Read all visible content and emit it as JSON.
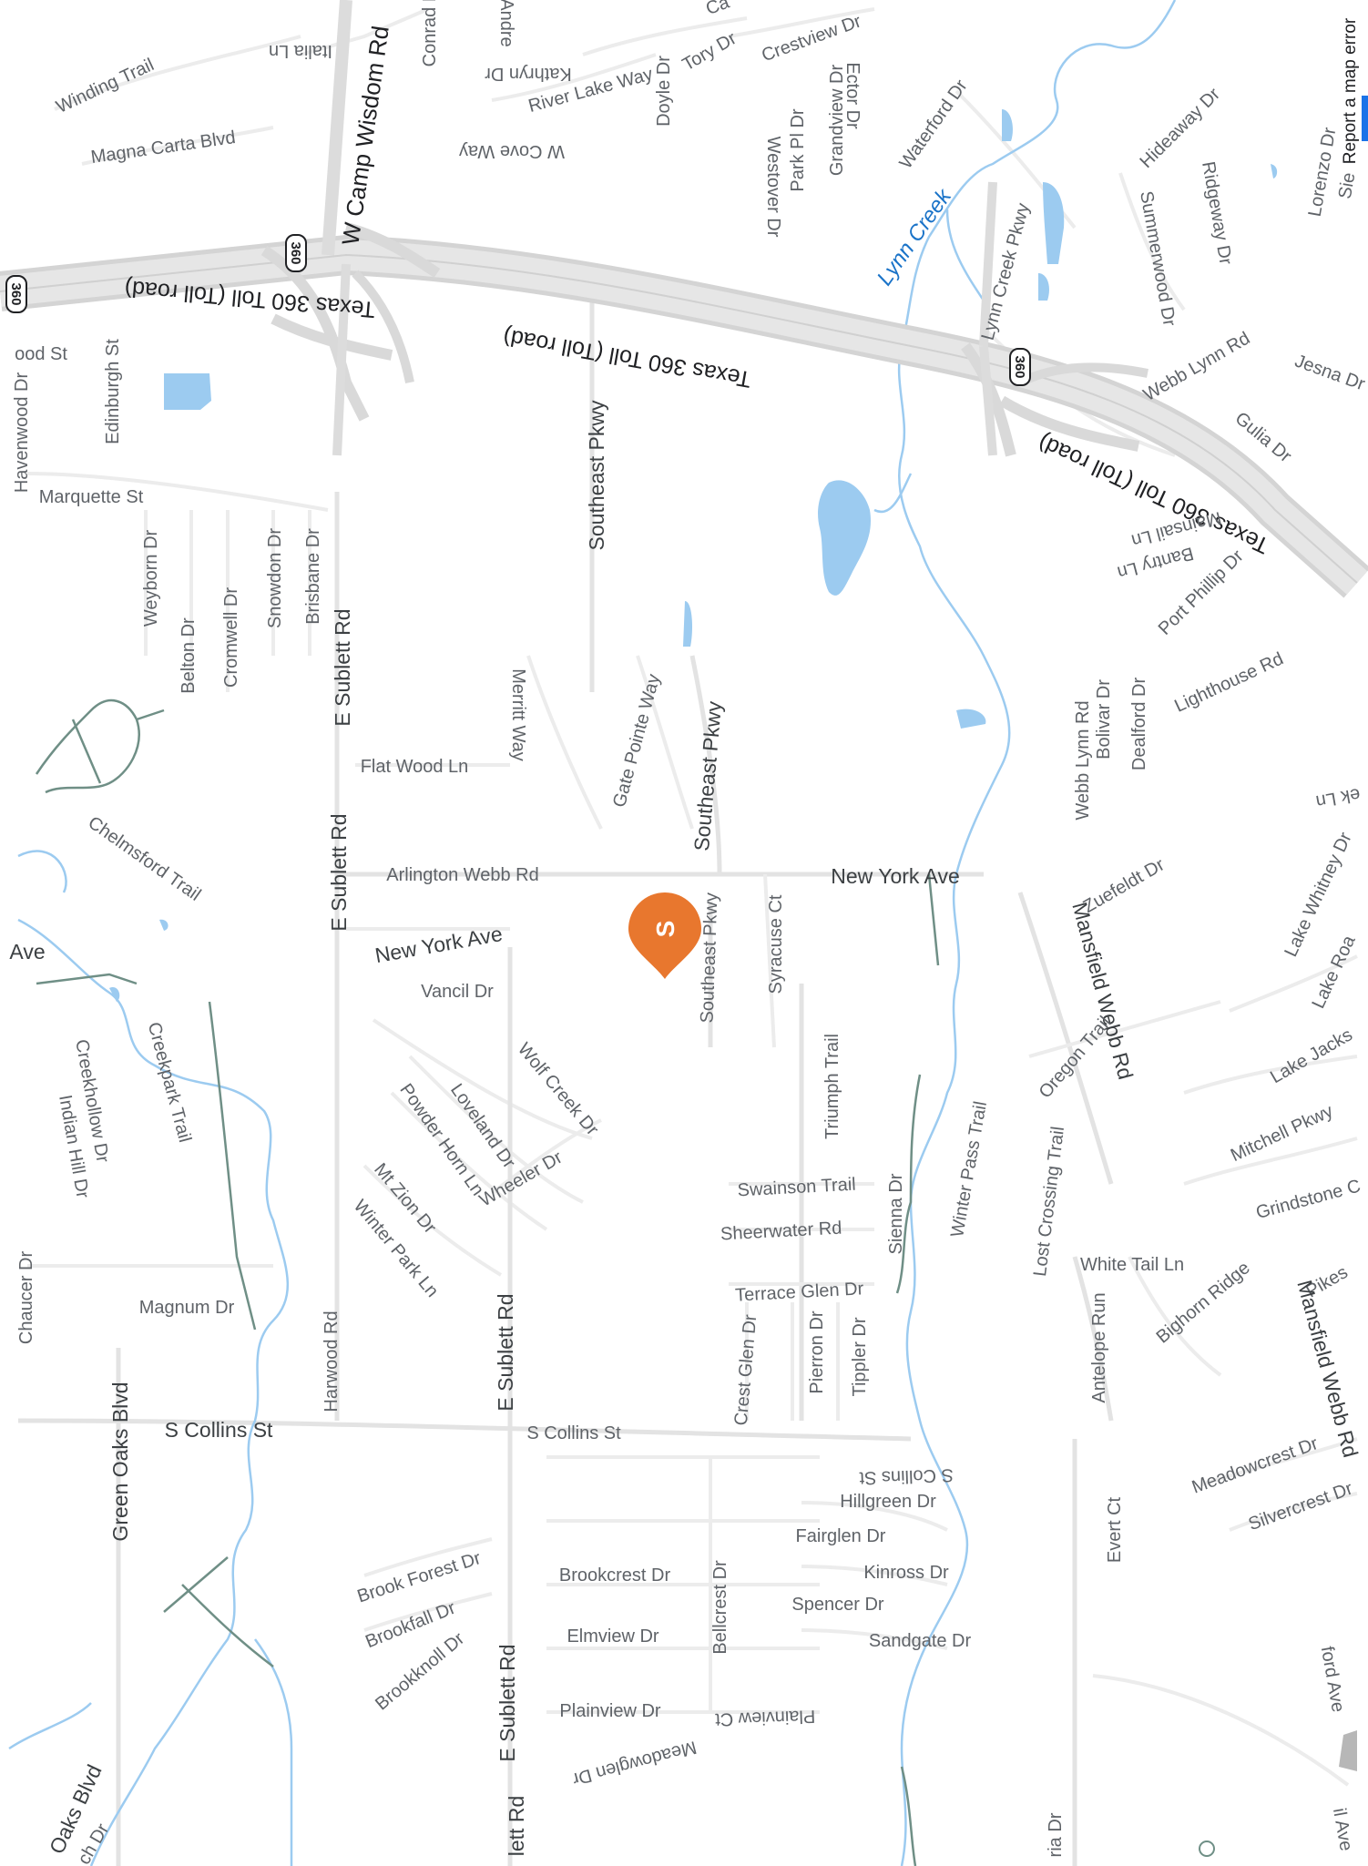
{
  "marker": {
    "letter": "S",
    "color": "#e8772e"
  },
  "report_link": "Report a map error",
  "highway_shield": "360",
  "highway_labels": [
    "Texas 360 Toll (Toll road)",
    "Texas 360 Toll (Toll road)",
    "Texas 360 Toll (Toll road)"
  ],
  "waterway": "Lynn Creek",
  "colors": {
    "water": "#9ccbf0",
    "highway": "#d7d7d7",
    "street": "#e3e3e3",
    "background": "#ffffff",
    "marker": "#e8772e"
  },
  "streets": {
    "winding_trail": "Winding Trail",
    "italia_ln": "Italia Ln",
    "conrad": "Conrad I",
    "andre": "Andre",
    "kathryn_dr": "Kathryn Dr",
    "w_camp_wisdom_rd": "W Camp Wisdom Rd",
    "magna_carta_blvd": "Magna Carta Blvd",
    "w_cove_way": "W Cove Way",
    "river_lake_way": "River Lake Way",
    "doyle_dr": "Doyle Dr",
    "tory_dr": "Tory Dr",
    "ca": "Ca",
    "crestview_dr": "Crestview Dr",
    "westover_dr": "Westover Dr",
    "park_pl_dr": "Park Pl Dr",
    "grandview_dr": "Grandview Dr",
    "ector_dr": "Ector Dr",
    "waterford_dr": "Waterford Dr",
    "hideaway_dr": "Hideaway Dr",
    "lorenzo_dr": "Lorenzo Dr",
    "sie": "Sie",
    "summerwood_dr": "Summerwood Dr",
    "ridgeway_dr": "Ridgeway Dr",
    "lynn_creek_pkwy": "Lynn Creek Pkwy",
    "webb_lynn_rd_top": "Webb Lynn Rd",
    "gulia_dr": "Gulia Dr",
    "jesna_dr": "Jesna Dr",
    "havenwood_dr": "Havenwood Dr",
    "ood_st": "ood St",
    "edinburgh_st": "Edinburgh St",
    "marquette_st": "Marquette St",
    "southeast_pkwy_top": "Southeast Pkwy",
    "mainsail_ln": "Mainsail Ln",
    "bantry_ln": "Bantry Ln",
    "port_phillip_dr": "Port Phillip Dr",
    "lighthouse_rd": "Lighthouse Rd",
    "dealford_dr": "Dealford Dr",
    "bolivar_dr": "Bolivar Dr",
    "webb_lynn_rd_mid": "Webb Lynn Rd",
    "weyborn_dr": "Weyborn Dr",
    "belton_dr": "Belton Dr",
    "cromwell_dr": "Cromwell Dr",
    "snowdon_dr": "Snowdon Dr",
    "brisbane_dr": "Brisbane Dr",
    "e_sublett_rd_1": "E Sublett Rd",
    "merritt_way": "Merritt Way",
    "gate_pointe_way": "Gate Pointe Way",
    "southeast_pkwy_mid": "Southeast Pkwy",
    "flat_wood_ln": "Flat Wood Ln",
    "chelmsford_trail": "Chelmsford Trail",
    "e_sublett_rd_2": "E Sublett Rd",
    "arlington_webb_rd": "Arlington Webb Rd",
    "new_york_ave_right": "New York Ave",
    "ek_ln": "ek Ln",
    "lake_whitney_dr": "Lake Whitney Dr",
    "zuefeldt_dr": "Zuefeldt Dr",
    "mansfield_webb_rd_1": "Mansfield Webb Rd",
    "ave_left": "Ave",
    "new_york_ave_left": "New York Ave",
    "southeast_pkwy_low": "Southeast Pkwy",
    "syracuse_ct": "Syracuse Ct",
    "vancil_dr": "Vancil Dr",
    "lake_roa": "Lake Roa",
    "oregon_trail": "Oregon Trail",
    "lake_jackson": "Lake Jacks",
    "creekhollow_dr": "Creekhollow Dr",
    "indian_hill_dr": "Indian Hill Dr",
    "creekpark_trail": "Creekpark Trail",
    "wolf_creek_dr": "Wolf Creek Dr",
    "loveland_dr": "Loveland Dr",
    "powder_horn_ln": "Powder Horn Ln",
    "triumph_trail": "Triumph Trail",
    "mitchell_pkwy": "Mitchell Pkwy",
    "mt_zion_dr": "Mt Zion Dr",
    "wheeler_dr": "Wheeler Dr",
    "winter_park_ln": "Winter Park Ln",
    "winter_pass_trail": "Winter Pass Trail",
    "lost_crossing_trail": "Lost Crossing Trail",
    "swainson_trail": "Swainson Trail",
    "sheerwater_rd": "Sheerwater Rd",
    "sienna_dr": "Sienna Dr",
    "grindstone": "Grindstone C",
    "white_tail_ln": "White Tail Ln",
    "bighorn_ridge": "Bighorn Ridge",
    "pikes": "Pikes",
    "mansfield_webb_rd_2": "Mansfield Webb Rd",
    "chaucer_dr": "Chaucer Dr",
    "magnum_dr": "Magnum Dr",
    "harwood_rd": "Harwood Rd",
    "e_sublett_rd_3": "E Sublett Rd",
    "terrace_glen_dr": "Terrace Glen Dr",
    "crest_glen_dr": "Crest Glen Dr",
    "pierron_dr": "Pierron Dr",
    "tippler_dr": "Tippler Dr",
    "antelope_run": "Antelope Run",
    "green_oaks_blvd": "Green Oaks Blvd",
    "s_collins_st_left": "S Collins St",
    "s_collins_st_mid": "S Collins St",
    "s_collins_st_right": "S Collins St",
    "hillgreen_dr": "Hillgreen Dr",
    "meadowcrest_dr": "Meadowcrest Dr",
    "silvercrest_dr": "Silvercrest Dr",
    "fairglen_dr": "Fairglen Dr",
    "evert_ct": "Evert Ct",
    "brook_forest_dr": "Brook Forest Dr",
    "brookcrest_dr": "Brookcrest Dr",
    "kinross_dr": "Kinross Dr",
    "bellcrest_dr": "Bellcrest Dr",
    "brookfall_dr": "Brookfall Dr",
    "spencer_dr": "Spencer Dr",
    "elmview_dr": "Elmview Dr",
    "brookknoll_dr": "Brookknoll Dr",
    "sandgate_dr": "Sandgate Dr",
    "ford_ave": "ford Ave",
    "plainview_dr": "Plainview Dr",
    "plainview_ct": "Plainview Ct",
    "e_sublett_rd_4": "E Sublett Rd",
    "meadowglen_dr": "Meadowglen Dr",
    "oaks_blvd": "Oaks Blvd",
    "ch_dr": "ch Dr",
    "lett_rd": "lett Rd",
    "ria_dr": "ria Dr",
    "il_ave": "il Ave"
  }
}
